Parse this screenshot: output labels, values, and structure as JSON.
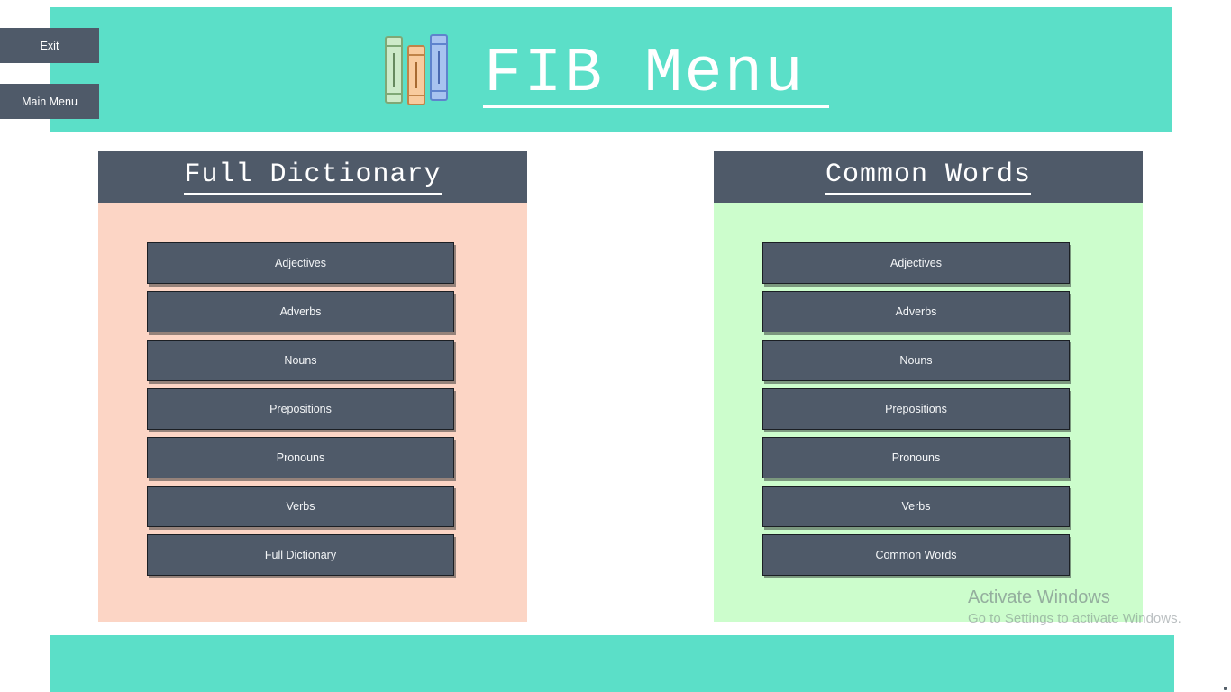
{
  "header": {
    "title": "FIB Menu",
    "icon": "books-icon"
  },
  "nav": {
    "exit_label": "Exit",
    "main_menu_label": "Main Menu"
  },
  "panels": [
    {
      "title": "Full Dictionary",
      "buttons": [
        "Adjectives",
        "Adverbs",
        "Nouns",
        "Prepositions",
        "Pronouns",
        "Verbs",
        "Full Dictionary"
      ]
    },
    {
      "title": "Common Words",
      "buttons": [
        "Adjectives",
        "Adverbs",
        "Nouns",
        "Prepositions",
        "Pronouns",
        "Verbs",
        "Common Words"
      ]
    }
  ],
  "watermark": {
    "line1": "Activate Windows",
    "line2": "Go to Settings to activate Windows."
  },
  "colors": {
    "banner_teal": "#5BDFC8",
    "slate": "#4F5A69",
    "panel_peach": "#FCD5C5",
    "panel_mint": "#CCFDCC",
    "text_white": "#FFFFFF",
    "book_green": "#CDEAC9",
    "book_orange": "#F8CB9E",
    "book_blue": "#A8C3F0",
    "watermark_gray": "#6E7A7E"
  }
}
